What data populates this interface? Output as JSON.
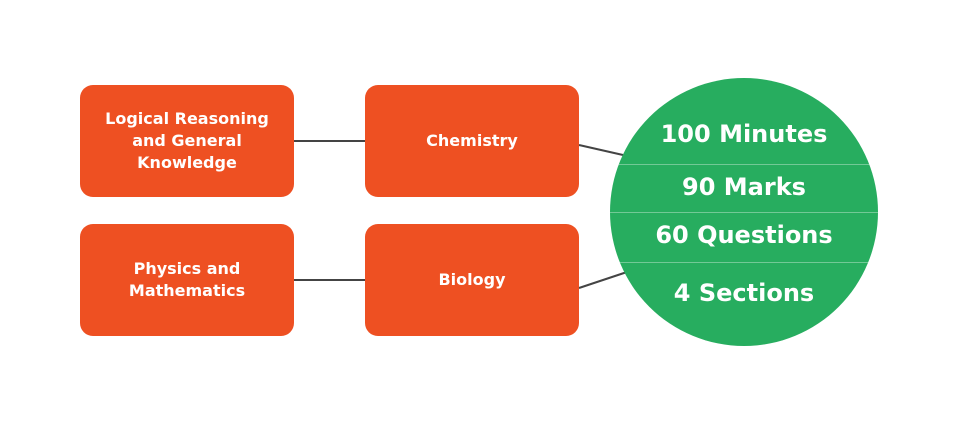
{
  "boxes": {
    "logical_reasoning": [
      "Logical Reasoning",
      "and General",
      "Knowledge"
    ],
    "chemistry": "Chemistry",
    "physics_math": [
      "Physics and",
      "Mathematics"
    ],
    "biology": "Biology"
  },
  "summary": {
    "minutes": "100 Minutes",
    "marks": "90 Marks",
    "questions": "60 Questions",
    "sections": "4 Sections"
  },
  "colors": {
    "box": "#ee5022",
    "circle": "#27ad5f",
    "connector": "#444444",
    "text": "#ffffff"
  }
}
